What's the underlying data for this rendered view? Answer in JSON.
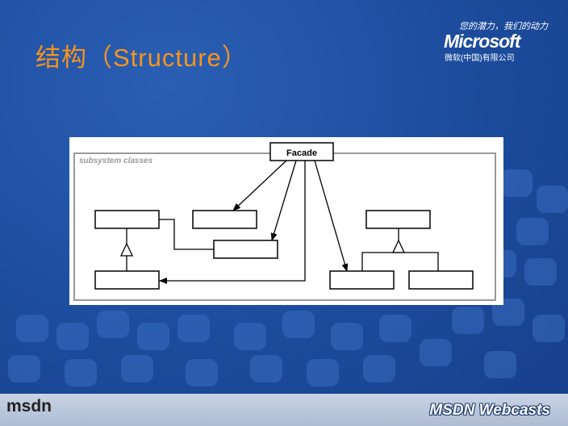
{
  "slide": {
    "title": "结构（Structure）",
    "tagline": "您的潜力，我们的动力",
    "brand": "Microsoft",
    "brand_cn": "微软(中国)有限公司",
    "footer_left": "msdn",
    "footer_right": "MSDN Webcasts"
  },
  "diagram": {
    "facade_label": "Facade",
    "frame_label": "subsystem classes"
  },
  "colors": {
    "background": "#1c4b9c",
    "title": "#f7941d"
  }
}
